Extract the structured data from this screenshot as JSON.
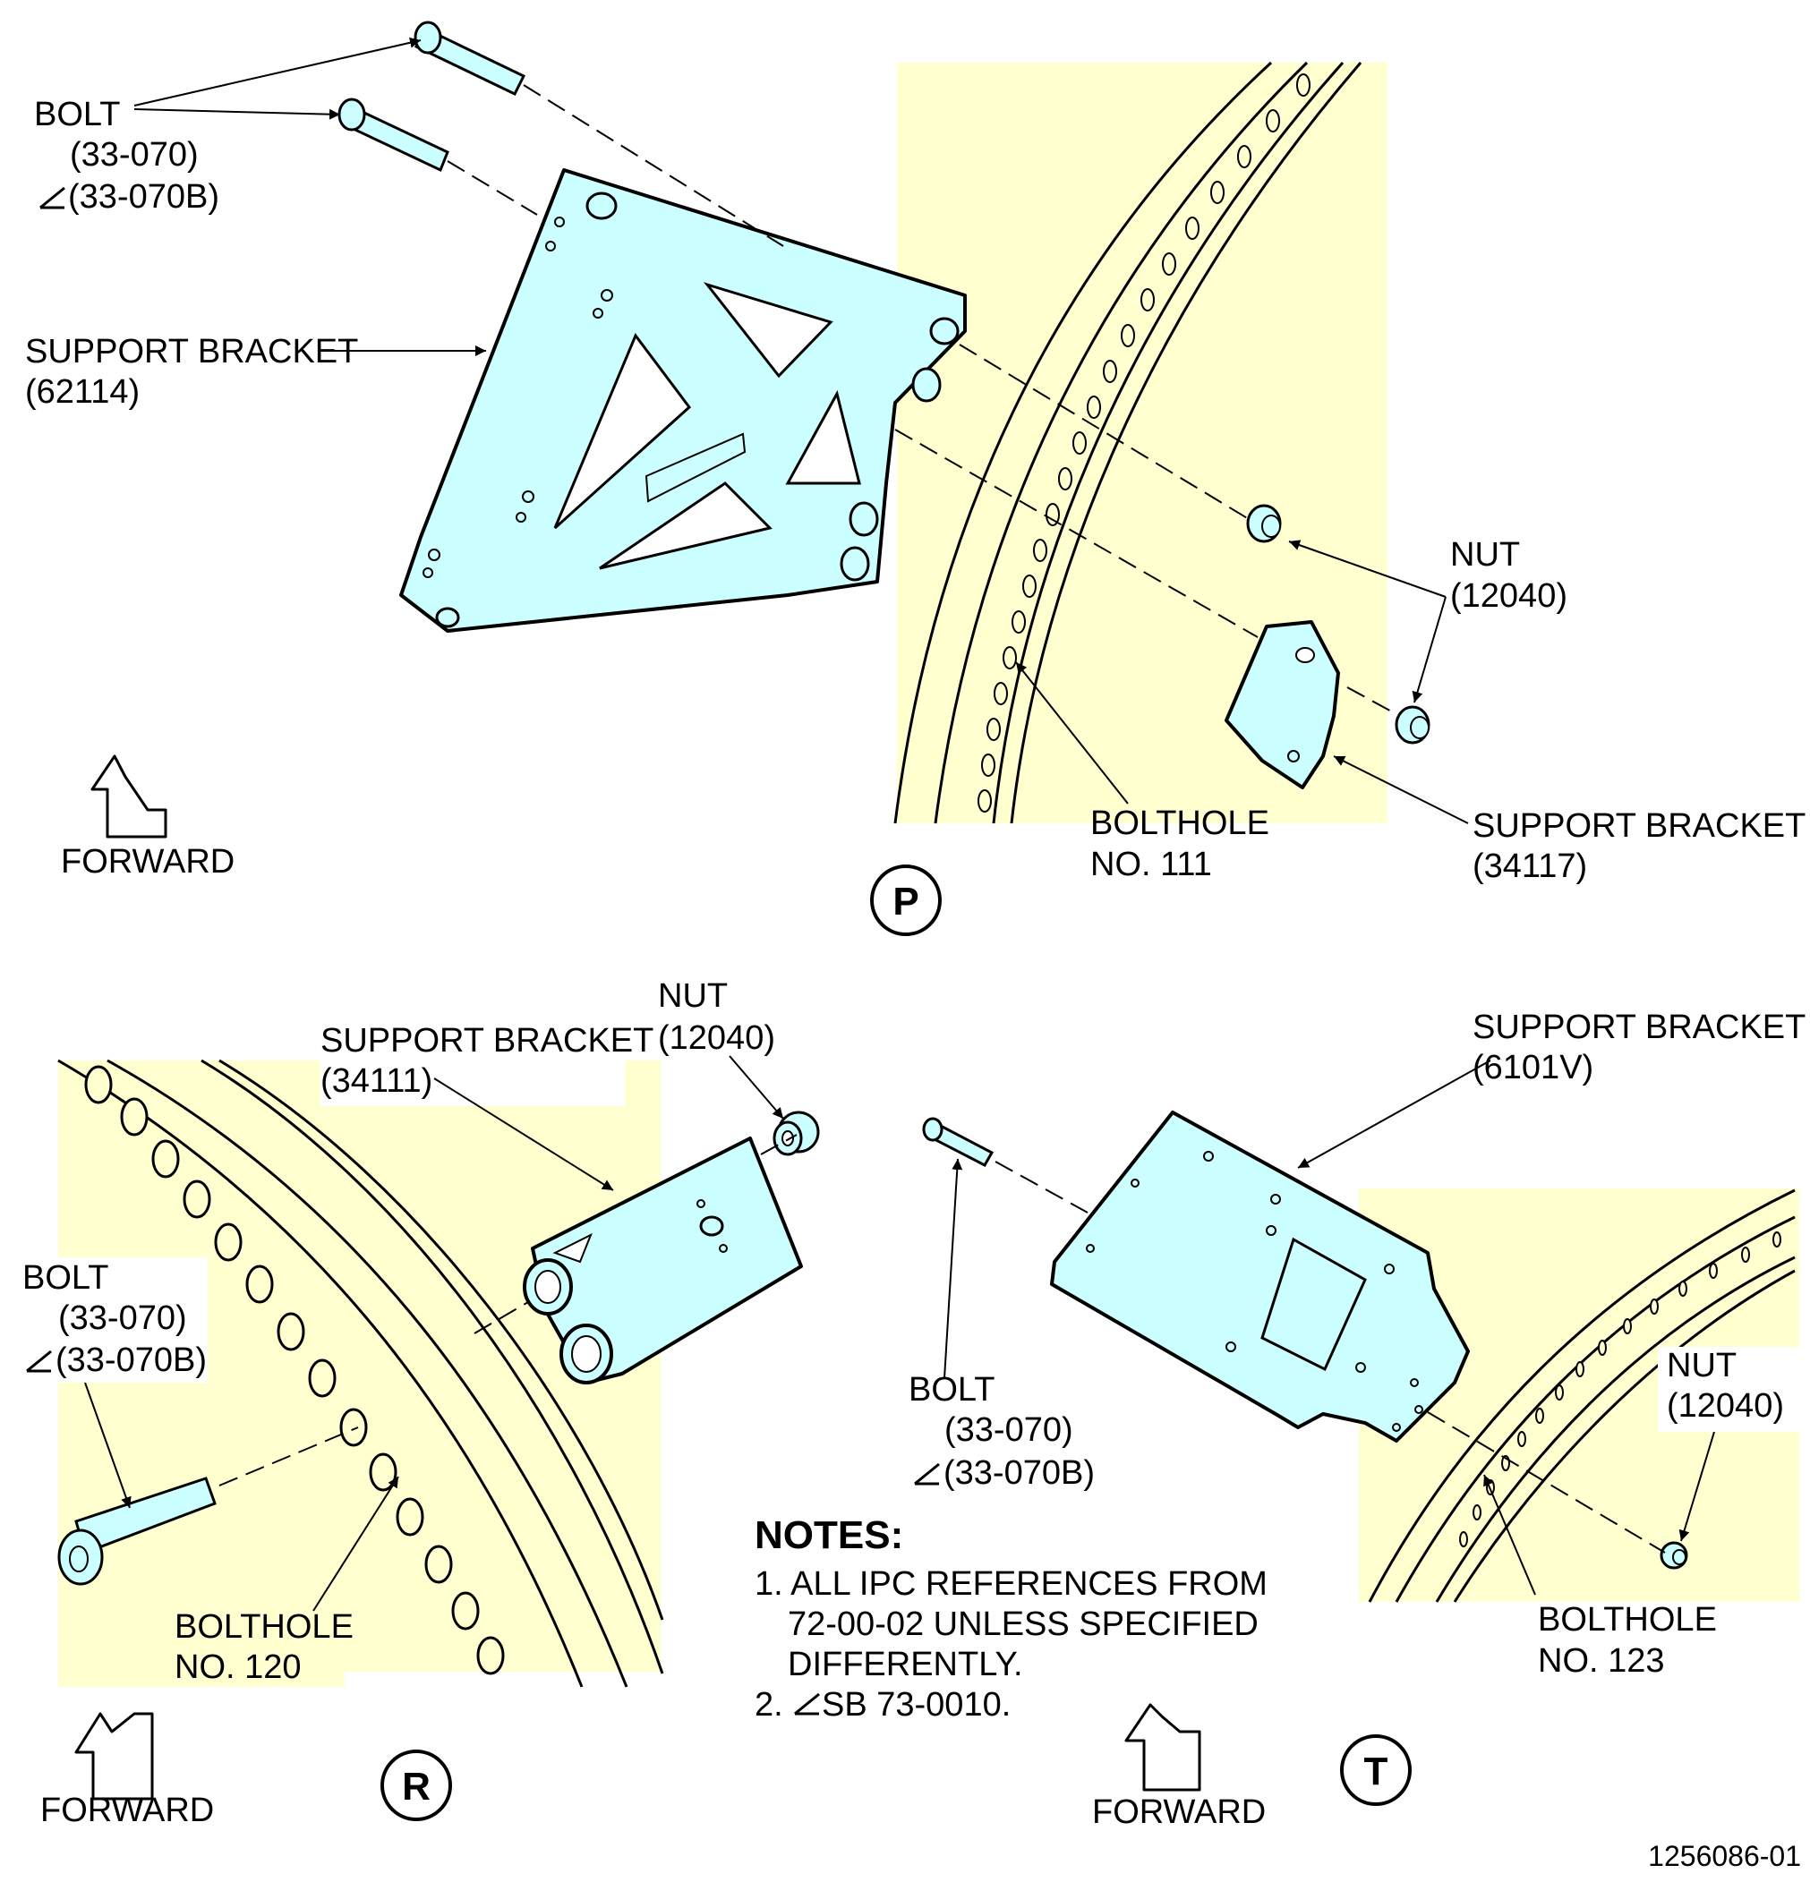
{
  "colors": {
    "panel": "#FFFFD0",
    "part": "#CCFFFF",
    "line": "#000000",
    "background": "#FFFFFF"
  },
  "figure_number": "1256086-01",
  "view_p": {
    "view_letter": "P",
    "bolt": {
      "name": "BOLT",
      "ref": "(33-070)",
      "ref_alt": "(33-070B)"
    },
    "support_bracket_large": {
      "name": "SUPPORT BRACKET",
      "ref": "(62114)"
    },
    "nut": {
      "name": "NUT",
      "ref": "(12040)"
    },
    "bolthole": {
      "line1": "BOLTHOLE",
      "line2": "NO. 111"
    },
    "support_bracket_small": {
      "name": "SUPPORT BRACKET",
      "ref": "(34117)"
    },
    "forward": "FORWARD"
  },
  "view_r": {
    "view_letter": "R",
    "support_bracket": {
      "name": "SUPPORT BRACKET",
      "ref": "(34111)"
    },
    "nut": {
      "name": "NUT",
      "ref": "(12040)"
    },
    "bolt": {
      "name": "BOLT",
      "ref": "(33-070)",
      "ref_alt": "(33-070B)"
    },
    "bolthole": {
      "line1": "BOLTHOLE",
      "line2": "NO. 120"
    },
    "forward": "FORWARD"
  },
  "view_t": {
    "view_letter": "T",
    "support_bracket": {
      "name": "SUPPORT BRACKET",
      "ref": "(6101V)"
    },
    "bolt": {
      "name": "BOLT",
      "ref": "(33-070)",
      "ref_alt": "(33-070B)"
    },
    "nut": {
      "name": "NUT",
      "ref": "(12040)"
    },
    "bolthole": {
      "line1": "BOLTHOLE",
      "line2": "NO. 123"
    },
    "forward": "FORWARD"
  },
  "notes": {
    "heading": "NOTES:",
    "item1_line1": "1. ALL IPC REFERENCES FROM",
    "item1_line2": "72-00-02 UNLESS SPECIFIED",
    "item1_line3": "DIFFERENTLY.",
    "item2": "SB 73-0010.",
    "item2_number": "2."
  }
}
